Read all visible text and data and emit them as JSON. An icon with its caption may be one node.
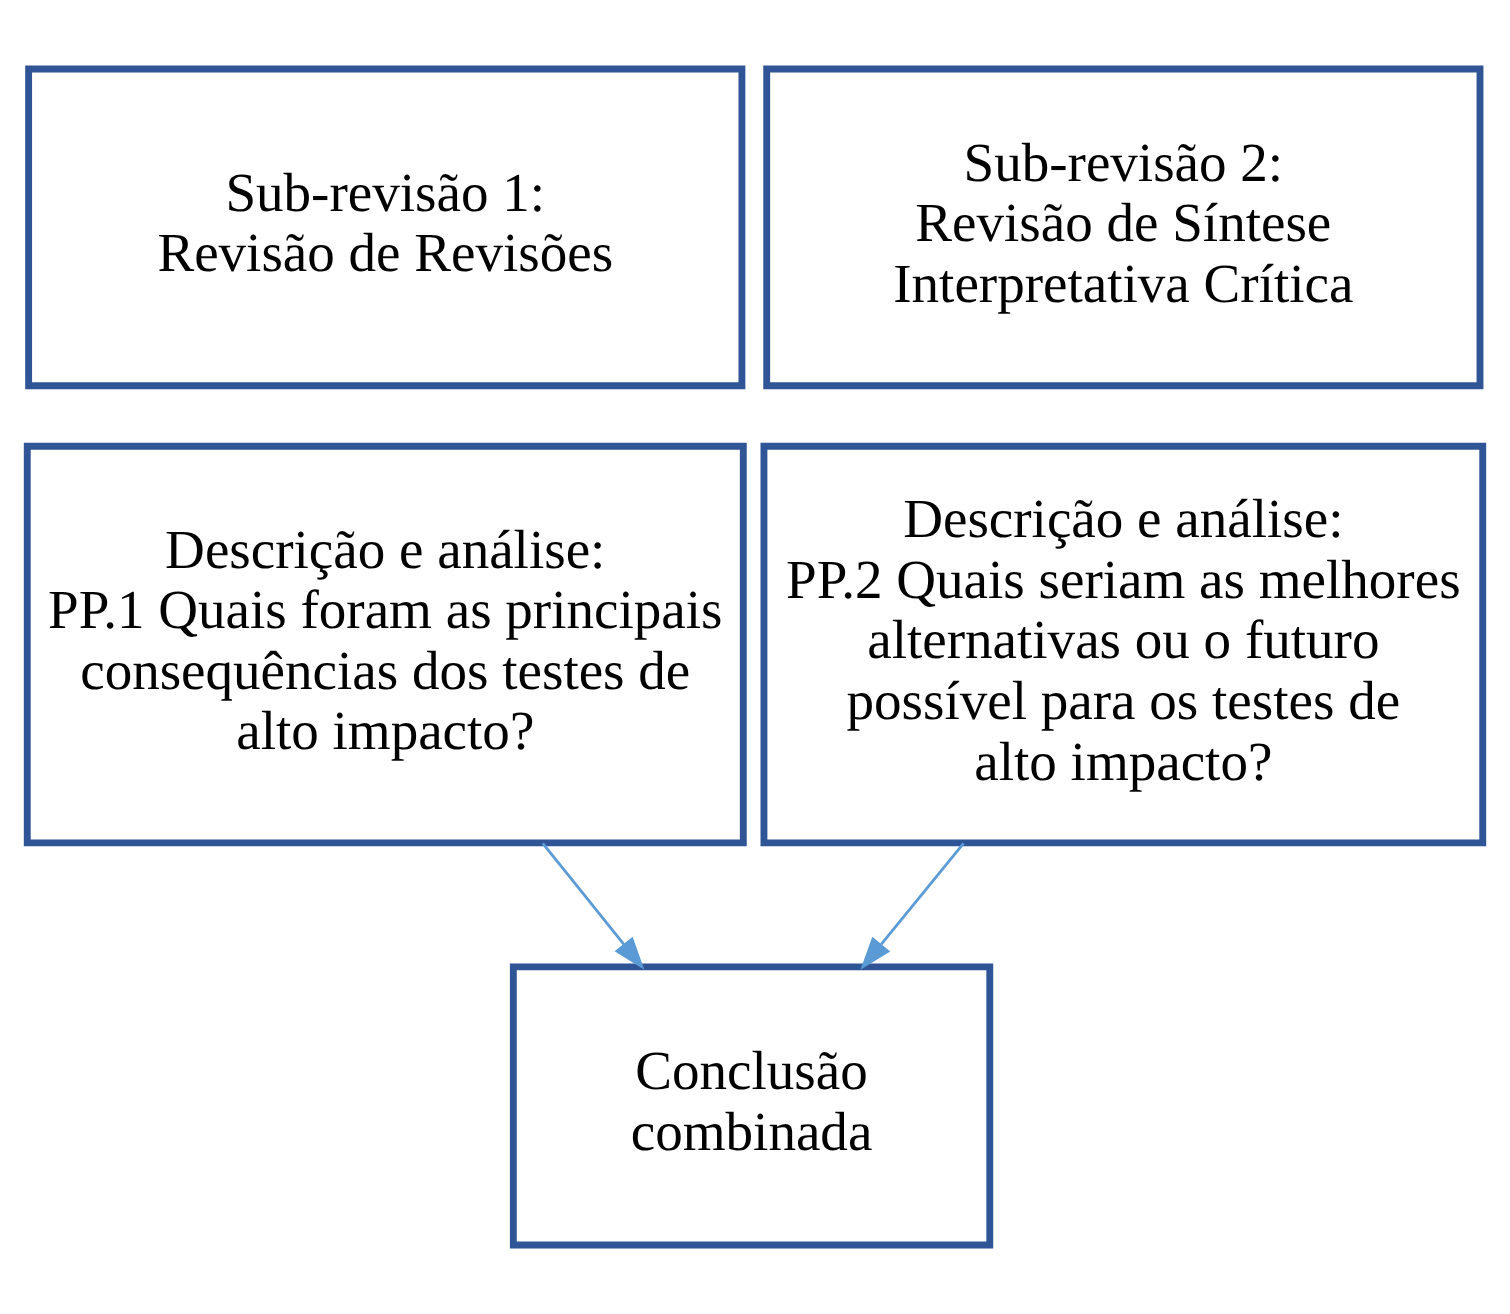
{
  "diagram": {
    "nodes": [
      {
        "text": [
          "Sub-revisão 1:",
          "Revisão de Revisões"
        ]
      },
      {
        "text": [
          "Sub-revisão 2:",
          "Revisão de Síntese Interpretativa Crítica"
        ]
      },
      {
        "text": [
          "Descrição e análise:",
          "PP.1 Quais foram as principais consequências dos testes de alto impacto?"
        ]
      },
      {
        "text": [
          "Descrição e análise:",
          "PP.2 Quais seriam as melhores alternativas ou o futuro possível para os testes de alto impacto?"
        ]
      },
      {
        "text": [
          "Conclusão combinada"
        ]
      }
    ],
    "edges": [
      {
        "from": 2,
        "to": 4,
        "arrow": "to"
      },
      {
        "from": 3,
        "to": 4,
        "arrow": "to"
      }
    ]
  }
}
